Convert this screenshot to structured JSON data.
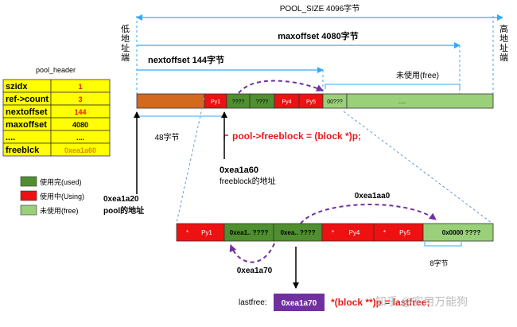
{
  "pool_size_label": "POOL_SIZE 4096字节",
  "maxoffset_label": "maxoffset 4080字节",
  "nextoffset_label": "nextoffset 144字节",
  "low_addr_label": "低地址端",
  "high_addr_label": "高地址端",
  "unused_free_top": "未使用(free)",
  "pool_header": {
    "title": "pool_header",
    "rows": [
      {
        "key": "szidx",
        "value": "1"
      },
      {
        "key": "ref->count",
        "value": "3"
      },
      {
        "key": "nextoffset",
        "value": "144"
      },
      {
        "key": "maxoffset",
        "value": "4080"
      },
      {
        "key": "....",
        "value": "...."
      },
      {
        "key": "freeblck",
        "value": "0xea1a60"
      }
    ],
    "colors": {
      "fill": "#ffff00",
      "border": "#333333",
      "value_red": "#e8191a",
      "value_black": "#000000",
      "value_orange": "#d98a00"
    }
  },
  "top_strip": {
    "cells": [
      {
        "label": "",
        "color": "#d2691e"
      },
      {
        "label": "Py1",
        "color": "#ee1111"
      },
      {
        "label": "????",
        "color": "#4f8f2f"
      },
      {
        "label": "????",
        "color": "#4f8f2f"
      },
      {
        "label": "Py4",
        "color": "#ee1111"
      },
      {
        "label": "Py5",
        "color": "#ee1111"
      },
      {
        "label": "00???",
        "color": "#9ad07a"
      },
      {
        "label": ".....",
        "color": "#9ad07a"
      }
    ]
  },
  "bytes48": "48字节",
  "freeblock_stmt": "pool->freeblock = (block *)p;",
  "addr_0xea1a60": "0xea1a60",
  "freeblock_addr_caption": "freeblock的地址",
  "legend": [
    {
      "label": "使用完(used)",
      "color": "#4f8f2f"
    },
    {
      "label": "使用中(Using)",
      "color": "#ee1111"
    },
    {
      "label": "未使用(free)",
      "color": "#9ad07a"
    }
  ],
  "addr_0xea1a20": "0xea1a20",
  "pool_addr_caption": "pool的地址",
  "addr_0xea1aa0": "0xea1aa0",
  "bottom_strip": {
    "cells": [
      {
        "label": "Py1",
        "color": "#ee1111"
      },
      {
        "label": "0xea1.. ????",
        "color": "#4f8f2f"
      },
      {
        "label": "0xea.. ????",
        "color": "#4f8f2f"
      },
      {
        "label": "Py4",
        "color": "#ee1111"
      },
      {
        "label": "Py5",
        "color": "#ee1111"
      },
      {
        "label": "0x0000     ????",
        "color": "#9ad07a"
      }
    ]
  },
  "bytes8": "8字节",
  "addr_0xea1a70": "0xea1a70",
  "lastfree_label": "lastfree:",
  "lastfree_value": "0xea1a70",
  "lastfree_color": "#7030a0",
  "block_stmt": "*(block **)p = lastfree;",
  "watermark": "知乎 @实用万能狗",
  "colors": {
    "red_text": "#e8191a",
    "arrow_blue": "#33aaff",
    "purple": "#7030a0",
    "black": "#000000"
  }
}
